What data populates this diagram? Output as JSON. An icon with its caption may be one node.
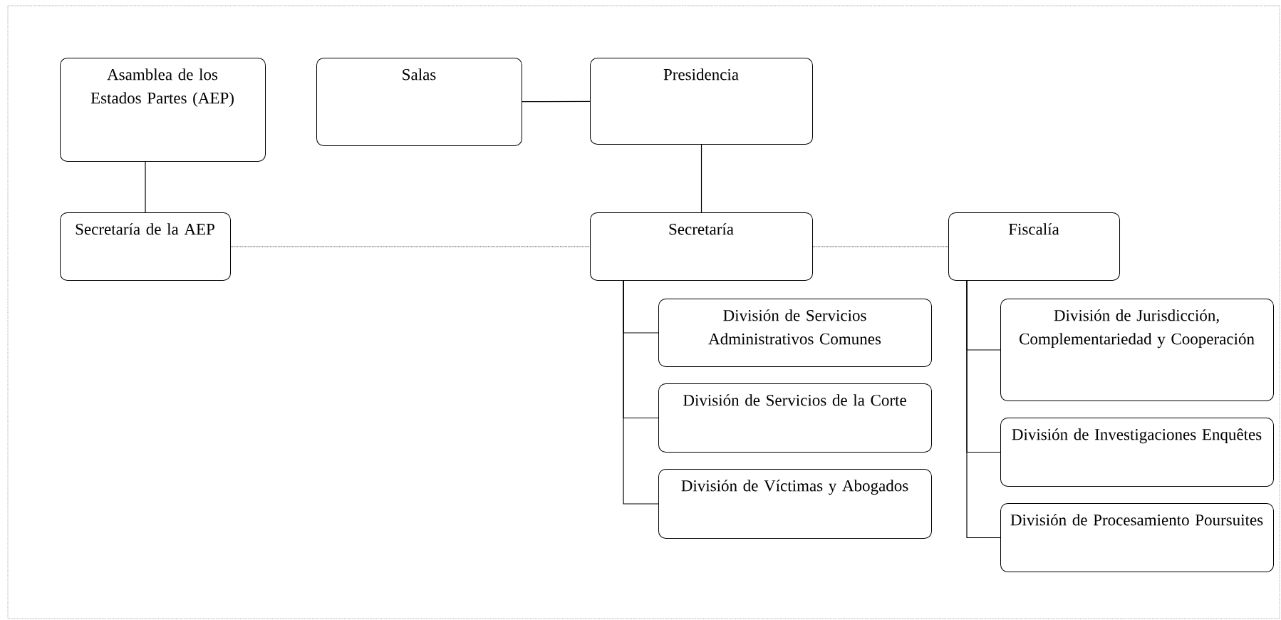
{
  "diagram": {
    "nodes": [
      {
        "text": [
          "Asamblea de los Estados Partes (AEP)"
        ]
      },
      {
        "text": [
          "Salas"
        ]
      },
      {
        "text": [
          "Presidencia"
        ]
      },
      {
        "text": [
          "Secretaría de la AEP"
        ]
      },
      {
        "text": [
          "Secretaría"
        ]
      },
      {
        "text": [
          "Fiscalía"
        ]
      },
      {
        "text": [
          "División de Servicios Administrativos Comunes"
        ]
      },
      {
        "text": [
          "División de Servicios de la Corte"
        ]
      },
      {
        "text": [
          "División de Víctimas y Abogados"
        ]
      },
      {
        "text": [
          "División de Jurisdicción, Complementariedad y Cooperación"
        ]
      },
      {
        "text": [
          "División de Investigaciones Enquêtes"
        ]
      },
      {
        "text": [
          "División de Procesamiento Poursuites"
        ]
      }
    ],
    "edges": [
      {
        "from": 1,
        "to": 2,
        "arrow": "none"
      },
      {
        "from": 2,
        "to": 4,
        "arrow": "none"
      },
      {
        "from": 0,
        "to": 3,
        "arrow": "none"
      },
      {
        "from": 3,
        "to": 4,
        "arrow": "none",
        "style": "dashed"
      },
      {
        "from": 4,
        "to": 5,
        "arrow": "none",
        "style": "dashed"
      },
      {
        "from": 4,
        "to": 6,
        "arrow": "none"
      },
      {
        "from": 4,
        "to": 7,
        "arrow": "none"
      },
      {
        "from": 4,
        "to": 8,
        "arrow": "none"
      },
      {
        "from": 5,
        "to": 9,
        "arrow": "none"
      },
      {
        "from": 5,
        "to": 10,
        "arrow": "none"
      },
      {
        "from": 5,
        "to": 11,
        "arrow": "none"
      }
    ]
  }
}
